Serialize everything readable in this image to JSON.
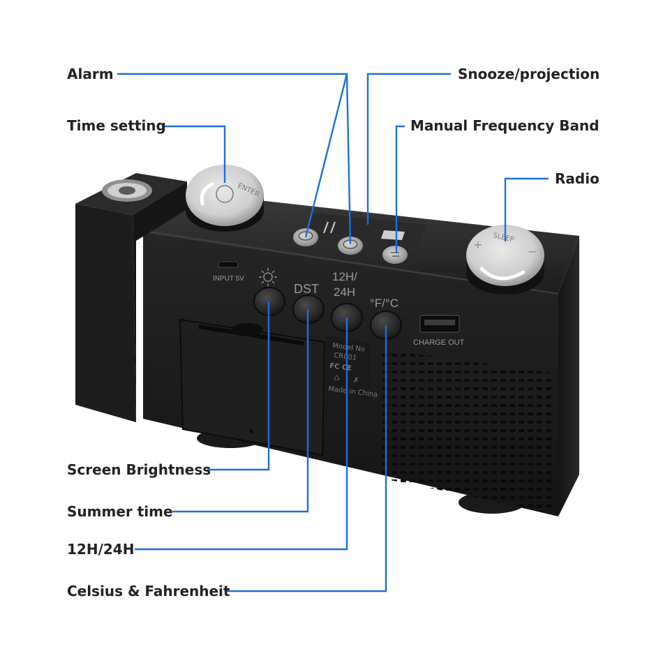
{
  "colors": {
    "leader_line": "#1c6ee0",
    "device_body": "#1b1b1b",
    "label_text": "#222222"
  },
  "callouts": {
    "alarm": "Alarm",
    "time_setting": "Time setting",
    "snooze_projection": "Snooze/projection",
    "manual_frequency_band": "Manual Frequency Band",
    "radio": "Radio",
    "screen_brightness": "Screen Brightness",
    "summer_time": "Summer time",
    "hour_format": "12H/24H",
    "celsius_fahrenheit": "Celsius & Fahrenheit"
  },
  "device": {
    "knob_left_label": "ENTER",
    "knob_right_label": "SLEEP",
    "knob_right_plus": "+",
    "knob_right_minus": "−",
    "input_label": "INPUT 5V",
    "brightness_icon": "sun-icon",
    "dst_label": "DST",
    "hour_label_line1": "12H/",
    "hour_label_line2": "24H",
    "temp_label": "°F/°C",
    "charge_label": "CHARGE OUT",
    "model_line1": "Model No",
    "model_line2": "CR001",
    "cert_marks": "FC CE",
    "made_in": "Made in China"
  }
}
